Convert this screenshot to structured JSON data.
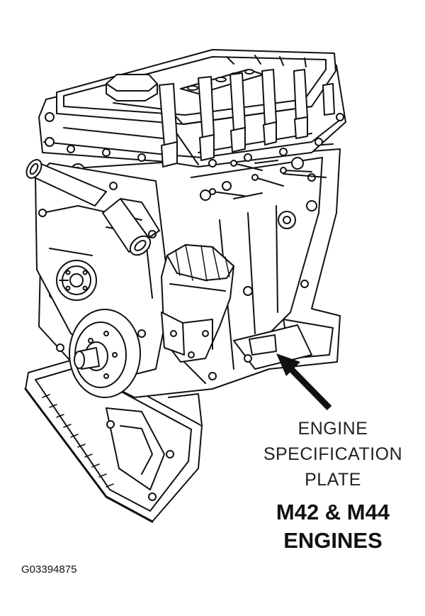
{
  "callout": {
    "line1": "ENGINE",
    "line2": "SPECIFICATION",
    "line3": "PLATE"
  },
  "title": {
    "line1": "M42 & M44",
    "line2": "ENGINES"
  },
  "figure_id": "G03394875",
  "colors": {
    "ink": "#111111",
    "paper": "#ffffff"
  }
}
